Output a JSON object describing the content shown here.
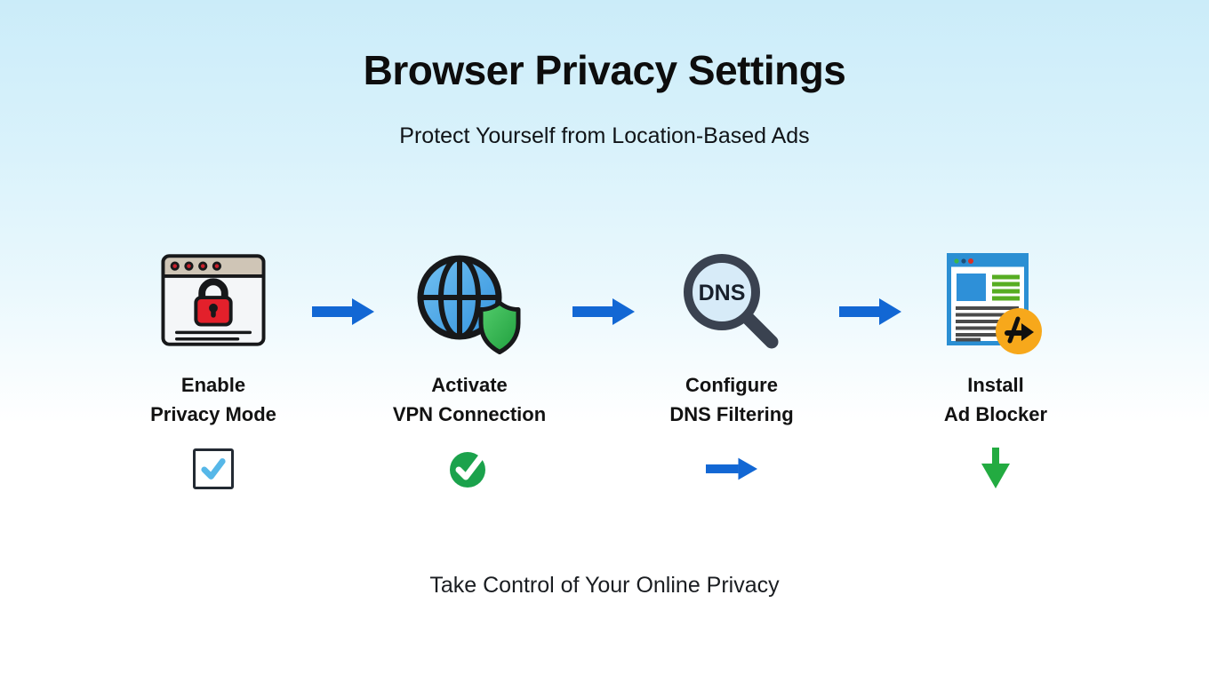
{
  "header": {
    "title": "Browser Privacy Settings",
    "subtitle": "Protect Yourself from Location-Based Ads"
  },
  "steps": [
    {
      "label_line1": "Enable",
      "label_line2": "Privacy Mode",
      "icon": "browser-lock-icon",
      "status_icon": "checked-checkbox-icon"
    },
    {
      "label_line1": "Activate",
      "label_line2": "VPN Connection",
      "icon": "globe-shield-icon",
      "status_icon": "green-check-circle-icon"
    },
    {
      "label_line1": "Configure",
      "label_line2": "DNS Filtering",
      "icon": "dns-magnifier-icon",
      "icon_label": "DNS",
      "status_icon": "blue-right-arrow-icon"
    },
    {
      "label_line1": "Install",
      "label_line2": "Ad Blocker",
      "icon": "webpage-adblock-icon",
      "status_icon": "green-down-arrow-icon"
    }
  ],
  "footer": {
    "caption": "Take Control of Your Online Privacy"
  },
  "colors": {
    "background_top": "#cbecf9",
    "arrow_blue": "#1267d4",
    "check_circle_green": "#1ba24c",
    "down_arrow_green": "#23ab41",
    "checkbox_check_blue": "#56b7e8",
    "lock_red": "#e3202b",
    "globe_blue": "#45a2e9",
    "shield_green": "#2fb24c",
    "adblock_orange": "#f7a81b",
    "magnifier_slate": "#3a4250",
    "browser_titlebar_tan": "#cfc5b6",
    "webpage_frame_blue": "#2b8fd3",
    "title_text": "#0d0d0d"
  }
}
